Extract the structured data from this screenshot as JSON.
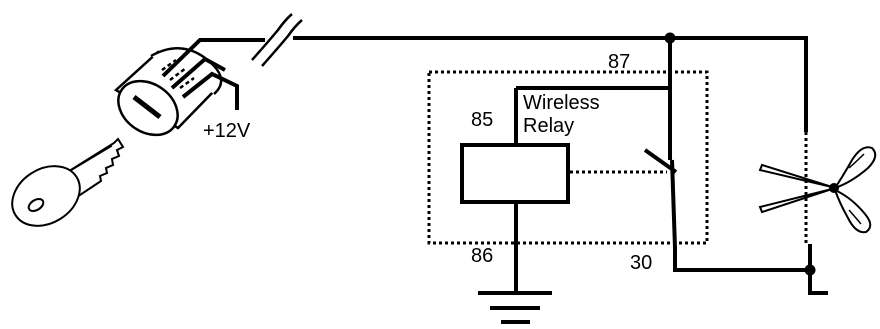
{
  "labels": {
    "supply": "+12V",
    "pin_87": "87",
    "pin_85": "85",
    "pin_86": "86",
    "pin_30": "30",
    "relay_line1": "Wireless",
    "relay_line2": "Relay"
  },
  "colors": {
    "ink": "#000000",
    "background": "#ffffff"
  },
  "icons": [
    "car-key-icon",
    "ignition-lock-icon",
    "ground-symbol-icon",
    "scissors-cut-icon"
  ]
}
